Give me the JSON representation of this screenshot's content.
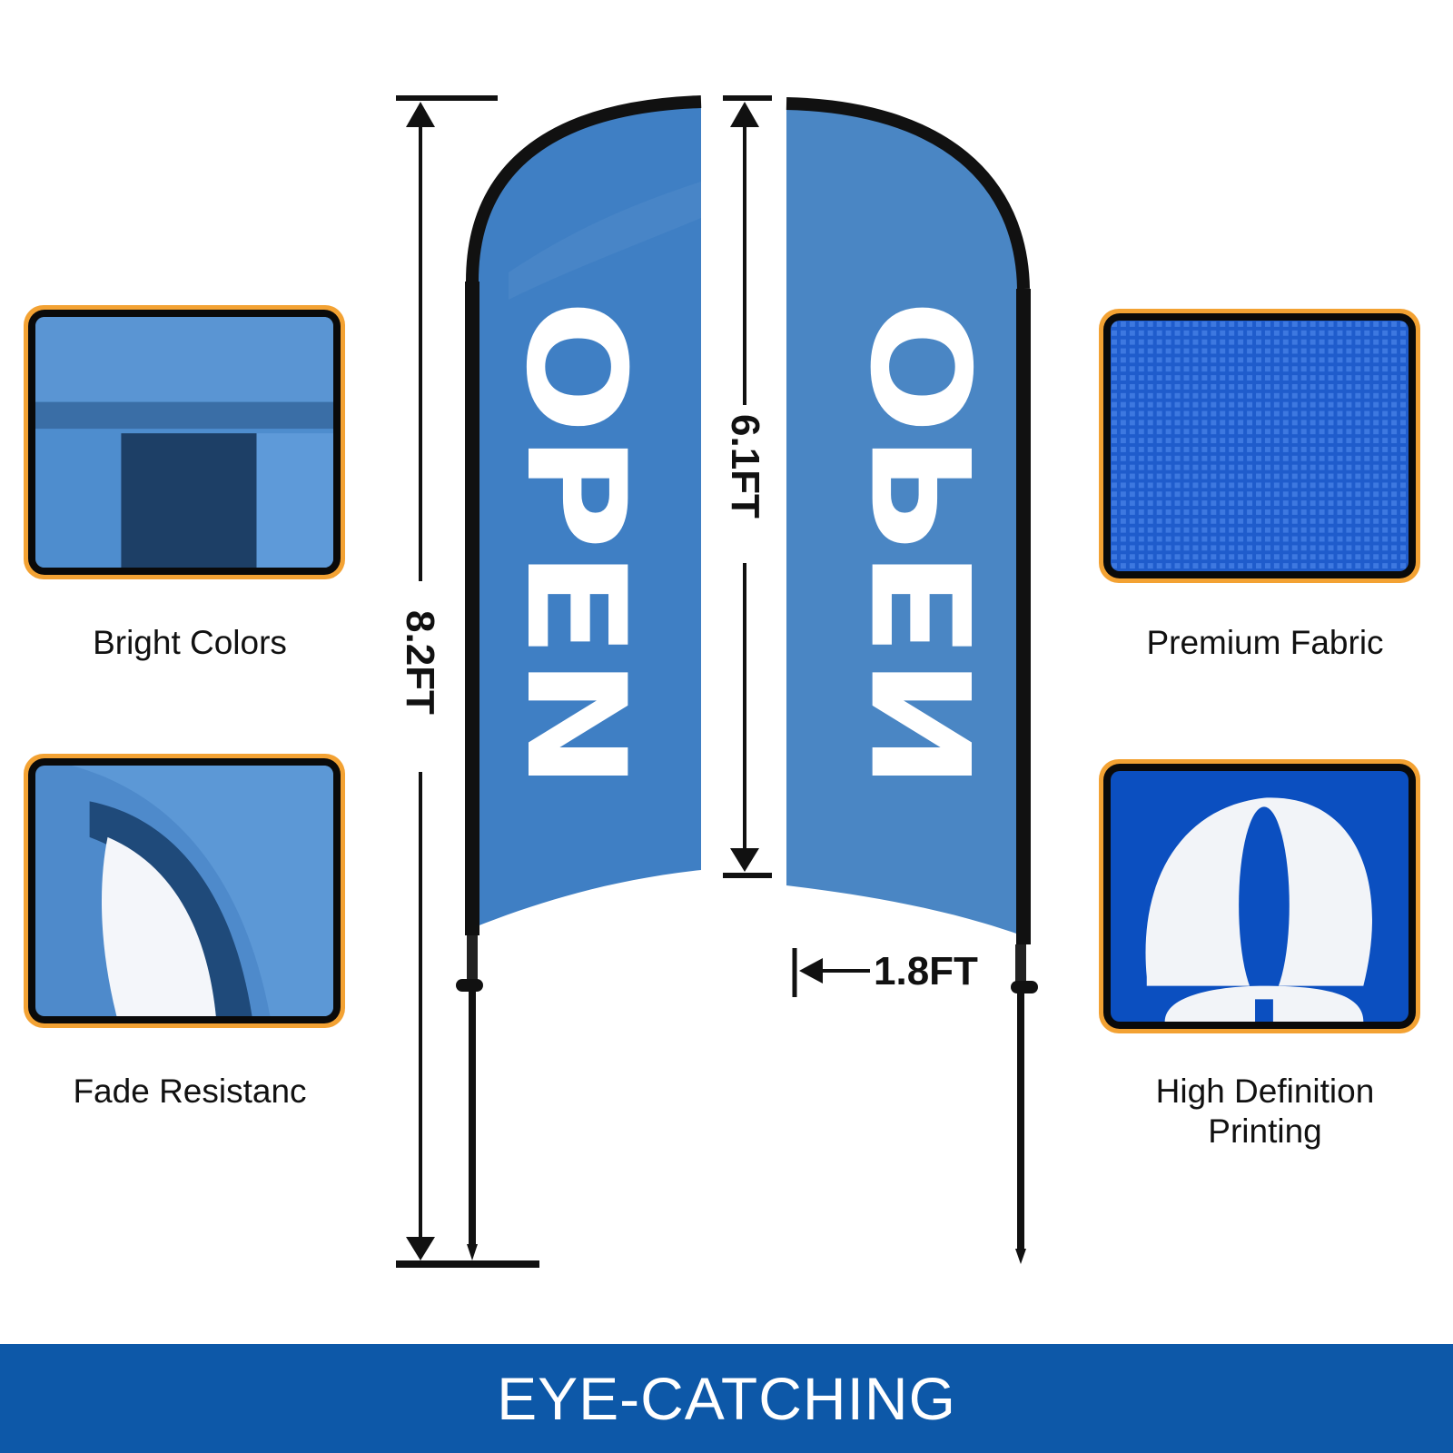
{
  "features": {
    "bright_colors": "Bright Colors",
    "fade_resistance": "Fade Resistanc",
    "premium_fabric": "Premium Fabric",
    "hd_printing_line1": "High Definition",
    "hd_printing_line2": "Printing"
  },
  "dimensions": {
    "total_height": "8.2FT",
    "flag_height": "6.1FT",
    "flag_width": "1.8FT"
  },
  "flag": {
    "word": "OPEN",
    "color": "#3f7fc4",
    "pole_color": "#111111"
  },
  "banner": {
    "text": "EYE-CATCHING",
    "color": "#0d58a8"
  },
  "colors": {
    "card_border": "#f3a233",
    "fabric_blue": "#4a86c8",
    "print_blue": "#0b4fc0"
  }
}
